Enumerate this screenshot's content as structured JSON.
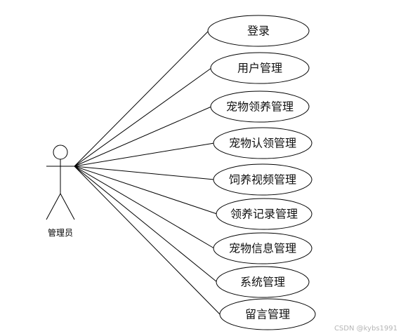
{
  "actor": {
    "name": "管理员"
  },
  "use_cases": [
    {
      "label": "登录"
    },
    {
      "label": "用户管理"
    },
    {
      "label": "宠物领养管理"
    },
    {
      "label": "宠物认领管理"
    },
    {
      "label": "饲养视频管理"
    },
    {
      "label": "领养记录管理"
    },
    {
      "label": "宠物信息管理"
    },
    {
      "label": "系统管理"
    },
    {
      "label": "留言管理"
    }
  ],
  "watermark": "CSDN @kybs1991"
}
